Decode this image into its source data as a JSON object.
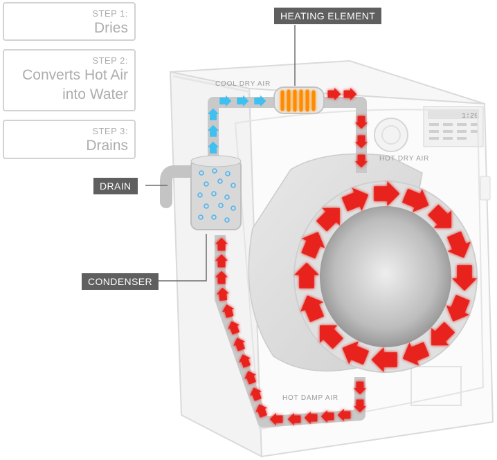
{
  "steps": [
    {
      "number": "STEP 1:",
      "title": "Dries"
    },
    {
      "number": "STEP 2:",
      "title": "Converts Hot Air into Water"
    },
    {
      "number": "STEP 3:",
      "title": "Drains"
    }
  ],
  "labels": {
    "heating_element": "HEATING ELEMENT",
    "drain": "DRAIN",
    "condenser": "CONDENSER"
  },
  "airflow": {
    "cool_dry": "COOL DRY AIR",
    "hot_dry": "HOT DRY AIR",
    "hot_damp": "HOT DAMP AIR"
  },
  "control_panel": {
    "display": "1:29"
  },
  "colors": {
    "hot_air_arrow": "#e8221b",
    "cool_air_arrow": "#3fc0f0",
    "label_background": "#5f5f5f",
    "heating_coil": "#ff8c00"
  }
}
